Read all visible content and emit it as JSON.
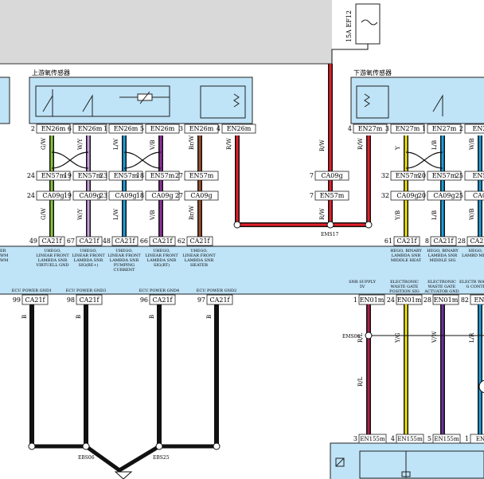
{
  "fuse": {
    "label": "15A EF12"
  },
  "components": {
    "upstream": {
      "title": "上游氧传感器"
    },
    "downstream": {
      "title": "下游氧传感器"
    }
  },
  "pin_row1": [
    {
      "pin": "2",
      "conn": "EN26m"
    },
    {
      "pin": "6",
      "conn": "EN26m"
    },
    {
      "pin": "1",
      "conn": "EN26m"
    },
    {
      "pin": "5",
      "conn": "EN26m"
    },
    {
      "pin": "3",
      "conn": "EN26m"
    },
    {
      "pin": "4",
      "conn": "EN26m"
    },
    {
      "pin": "4",
      "conn": "EN27m"
    },
    {
      "pin": "3",
      "conn": "EN27m"
    },
    {
      "pin": "1",
      "conn": "EN27m"
    },
    {
      "pin": "2",
      "conn": "EN27"
    }
  ],
  "wire_colors_top": [
    "G/W",
    "W/Y",
    "L/W",
    "V/B",
    "Br/W",
    "R/W",
    "R/W",
    "R/W",
    "Y",
    "L/B",
    "W/B"
  ],
  "pin_row2": [
    {
      "pin": "24",
      "conn": "EN57m"
    },
    {
      "pin": "19",
      "conn": "EN57m"
    },
    {
      "pin": "23",
      "conn": "EN57m"
    },
    {
      "pin": "18",
      "conn": "EN57m"
    },
    {
      "pin": "27",
      "conn": "EN57m"
    },
    {
      "pin": "7",
      "conn": "CA09g"
    },
    {
      "pin": "32",
      "conn": "EN57m"
    },
    {
      "pin": "20",
      "conn": "EN57m"
    },
    {
      "pin": "25",
      "conn": "EN57"
    }
  ],
  "pin_row3": [
    {
      "pin": "24",
      "conn": "CA09g"
    },
    {
      "pin": "19",
      "conn": "CA09g"
    },
    {
      "pin": "23",
      "conn": "CA09g"
    },
    {
      "pin": "18",
      "conn": "CA09g"
    },
    {
      "pin": "27",
      "conn": "CA09g"
    },
    {
      "pin": "7",
      "conn": "EN57m"
    },
    {
      "pin": "32",
      "conn": "CA09g"
    },
    {
      "pin": "20",
      "conn": "CA09g"
    },
    {
      "pin": "25",
      "conn": "CA09"
    }
  ],
  "wire_colors_mid": [
    "G/W",
    "W/Y",
    "L/W",
    "V/B",
    "Br/W",
    "R/W",
    "Y/B",
    "L/B",
    "W/B"
  ],
  "splice_ems17": "EMS17",
  "ecu_pins_top": [
    {
      "pin": "49",
      "conn": "CA21f"
    },
    {
      "pin": "67",
      "conn": "CA21f"
    },
    {
      "pin": "48",
      "conn": "CA21f"
    },
    {
      "pin": "66",
      "conn": "CA21f"
    },
    {
      "pin": "62",
      "conn": "CA21f"
    },
    {
      "pin": "61",
      "conn": "CA21f"
    },
    {
      "pin": "8",
      "conn": "CA21f"
    },
    {
      "pin": "28",
      "conn": "CA21f"
    }
  ],
  "ecu_labels": [
    "UHEGO, LINEAR FRONT LAMBDA SNR VIRTUELL GND",
    "UHEGO, LINEAR FRONT LAMBDA SNR SIG(RE+)",
    "UHEGO, LINEAR FRONT LAMBDA SNR PUMPING CURRENT",
    "UHEGO, LINEAR FRONT LAMBDA SNR SIG(RT)",
    "UHEGO, LINEAR FRONT LAMBDA SNR HEATER",
    "HEGO, BINARY LAMBDA SNR MIDDLE HEAT",
    "HEGO, BINARY LAMBDA SNR MIDDLE SIG",
    "HEGO, B LAMBD MIDDL"
  ],
  "ecu_left_cut": [
    "ER",
    "WM",
    "WM"
  ],
  "ecu_bottom_labels": [
    "ECU POWER GND1",
    "ECU POWER GND3",
    "ECU POWER GND4",
    "ECU POWER GND2",
    "SNR SUPPLY 5V",
    "ELECTRONIC WASTE GATE POSITION SIG",
    "ELECTRONIC WASTE GATE ACTUATOR GND",
    "ELECTR WASTE G CONTR"
  ],
  "ecu_pins_bottom": [
    {
      "pin": "99",
      "conn": "CA21f"
    },
    {
      "pin": "98",
      "conn": "CA21f"
    },
    {
      "pin": "96",
      "conn": "CA21f"
    },
    {
      "pin": "97",
      "conn": "CA21f"
    },
    {
      "pin": "1",
      "conn": "EN01m"
    },
    {
      "pin": "24",
      "conn": "EN01m"
    },
    {
      "pin": "28",
      "conn": "EN01m"
    },
    {
      "pin": "82",
      "conn": "EN01"
    }
  ],
  "wire_colors_bottom": [
    "B",
    "B",
    "B",
    "B",
    "R/L",
    "Y/G",
    "V/W",
    "L/R",
    "R/L"
  ],
  "splices": [
    "EBS06",
    "EBS25",
    "EMS06"
  ],
  "actuator_pins": [
    {
      "pin": "3",
      "conn": "EN155m"
    },
    {
      "pin": "4",
      "conn": "EN155m"
    },
    {
      "pin": "5",
      "conn": "EN155m"
    },
    {
      "pin": "1",
      "conn": "EN15"
    }
  ],
  "colors": {
    "panel": "#bfe3f7",
    "black": "#111111",
    "red": "#e8202a",
    "green": "#8cc63f",
    "purple": "#8e2f9a",
    "blue": "#1aa0e0",
    "yellow": "#f2e600",
    "brown": "#a0522d",
    "maroon": "#b0204a",
    "violet": "#7030a0"
  }
}
